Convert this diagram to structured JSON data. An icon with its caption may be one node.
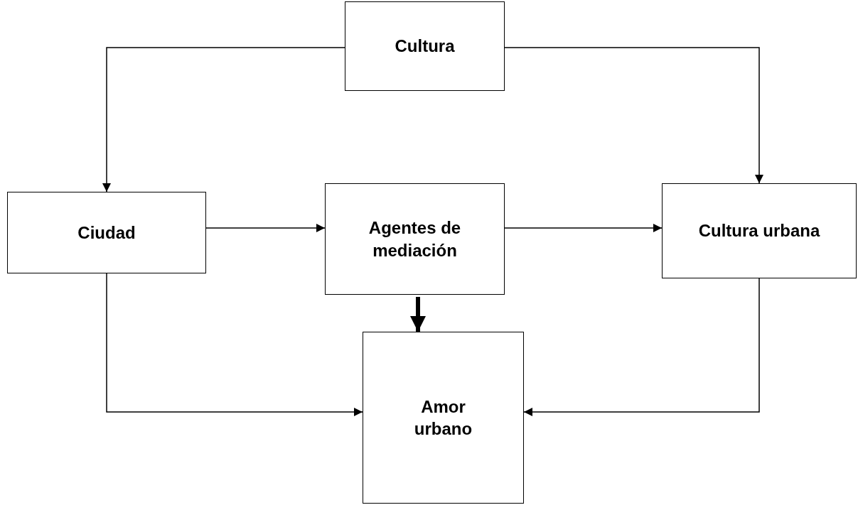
{
  "diagram": {
    "nodes": [
      {
        "text": [
          "Cultura"
        ]
      },
      {
        "text": [
          "Ciudad"
        ]
      },
      {
        "text": [
          "Agentes de mediación"
        ]
      },
      {
        "text": [
          "Cultura urbana"
        ]
      },
      {
        "text": [
          "Amor urbano"
        ]
      }
    ],
    "edges": [
      {
        "from": 0,
        "to": 1,
        "arrow": "to"
      },
      {
        "from": 0,
        "to": 3,
        "arrow": "to"
      },
      {
        "from": 1,
        "to": 2,
        "arrow": "to"
      },
      {
        "from": 2,
        "to": 3,
        "arrow": "to"
      },
      {
        "from": 2,
        "to": 4,
        "arrow": "to",
        "style": "thick"
      },
      {
        "from": 1,
        "to": 4,
        "arrow": "to"
      },
      {
        "from": 3,
        "to": 4,
        "arrow": "to"
      }
    ]
  }
}
